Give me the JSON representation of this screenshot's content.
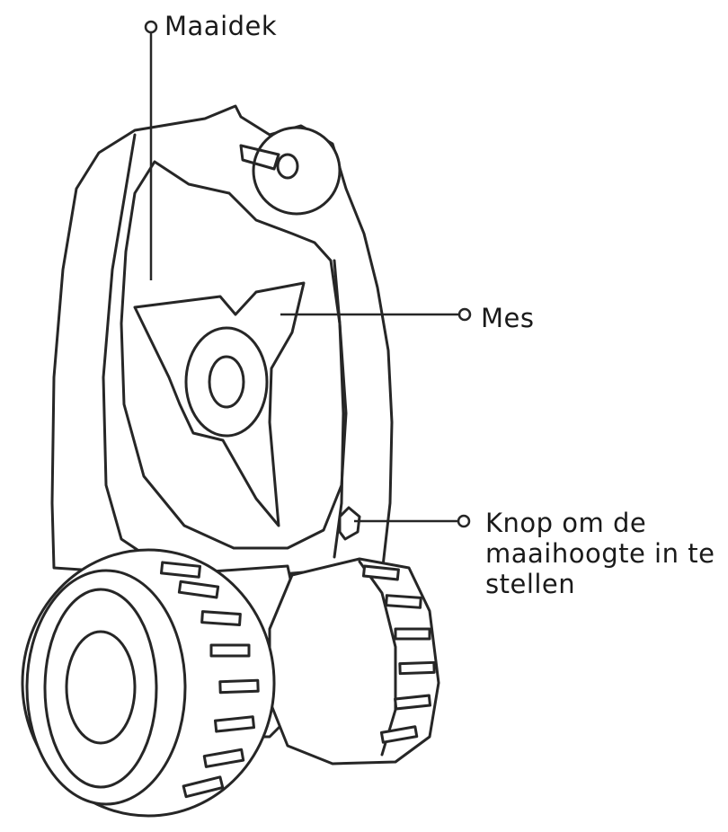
{
  "labels": {
    "maaidek": "Maaidek",
    "mes": "Mes",
    "knop_line1": "Knop om de",
    "knop_line2": "maaihoogte in te",
    "knop_line3": "stellen"
  },
  "colors": {
    "line": "#262626",
    "background": "#ffffff"
  }
}
